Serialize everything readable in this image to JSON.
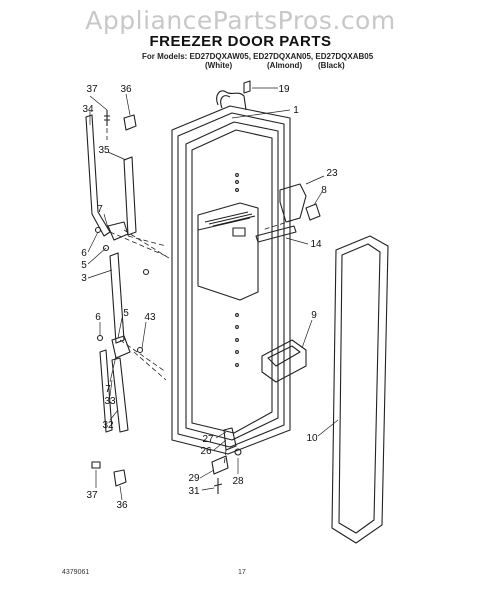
{
  "watermark": "AppliancePartsPros.com",
  "title": "FREEZER DOOR PARTS",
  "models_line": "For Models: ED27DQXAW05, ED27DQXAN05, ED27DQXAB05",
  "model_colors": [
    "(White)",
    "(Almond)",
    "(Black)"
  ],
  "part_callouts": [
    "37",
    "36",
    "19",
    "1",
    "34",
    "35",
    "23",
    "8",
    "7",
    "6",
    "5",
    "14",
    "3",
    "9",
    "6",
    "5",
    "43",
    "7",
    "33",
    "32",
    "27",
    "26",
    "10",
    "29",
    "28",
    "31",
    "37",
    "36"
  ],
  "footer": {
    "left": "4379061",
    "center": "17"
  }
}
